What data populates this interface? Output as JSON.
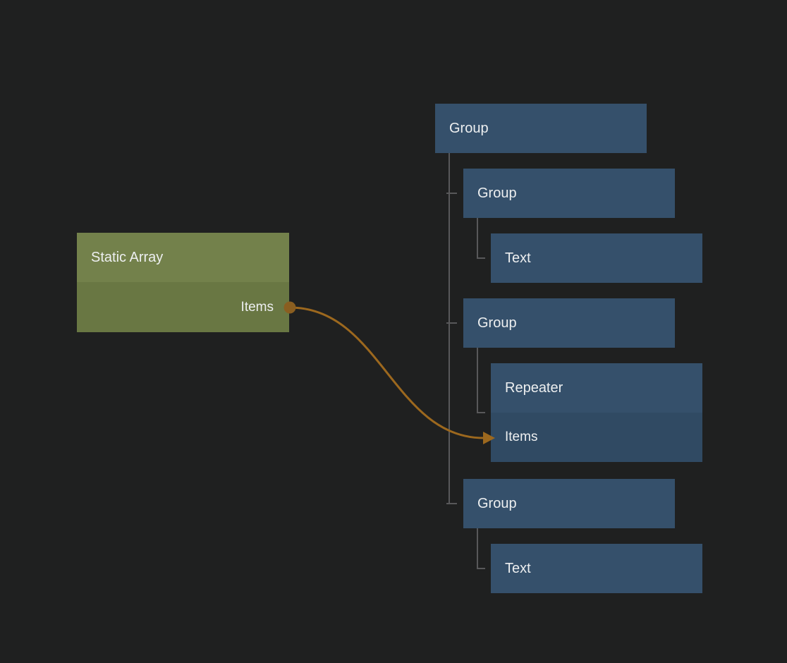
{
  "canvas": {
    "background": "#1f2020"
  },
  "colors": {
    "node_blue": "#35506b",
    "node_blue_port_row": "#304a63",
    "node_green_header": "#73814b",
    "node_green_body": "#697743",
    "tree_line": "#58585a",
    "wire": "#9c681e",
    "port_dot": "#8a5e20",
    "text": "#edeff0"
  },
  "nodes": {
    "static_array": {
      "title": "Static Array",
      "output_port_label": "Items"
    },
    "group_root": {
      "title": "Group"
    },
    "group_child_1": {
      "title": "Group"
    },
    "text_child_1": {
      "title": "Text"
    },
    "group_child_2": {
      "title": "Group"
    },
    "repeater": {
      "title": "Repeater",
      "input_port_label": "Items"
    },
    "group_child_3": {
      "title": "Group"
    },
    "text_child_2": {
      "title": "Text"
    }
  },
  "connection": {
    "from_node": "Static Array",
    "from_port": "Items",
    "to_node": "Repeater",
    "to_port": "Items"
  }
}
